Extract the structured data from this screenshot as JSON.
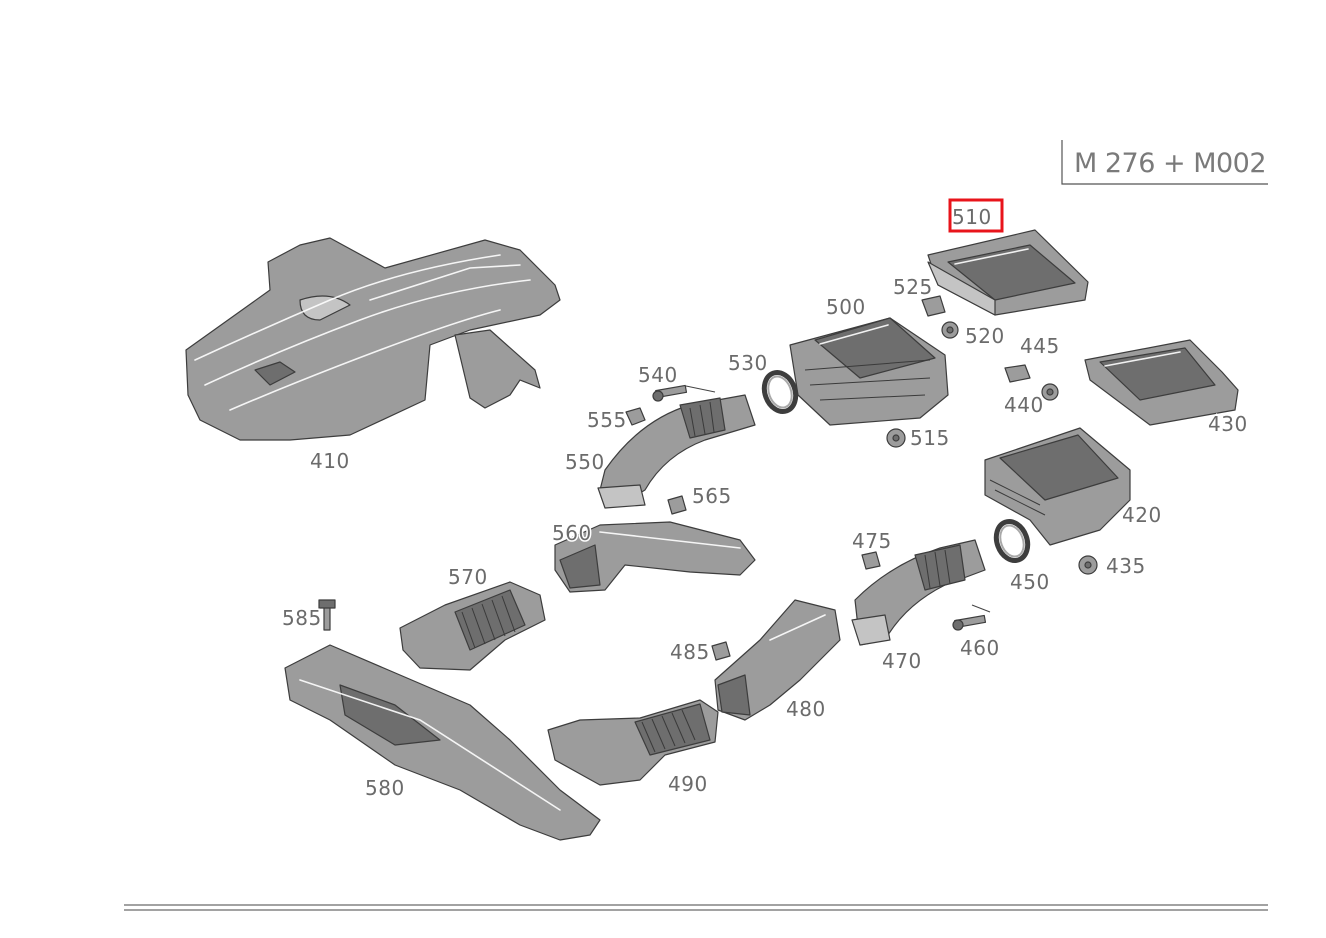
{
  "engine_code": "M 276 + M002",
  "highlighted_part": "510",
  "parts": [
    {
      "id": "410"
    },
    {
      "id": "420"
    },
    {
      "id": "430"
    },
    {
      "id": "435"
    },
    {
      "id": "440"
    },
    {
      "id": "445"
    },
    {
      "id": "450"
    },
    {
      "id": "460"
    },
    {
      "id": "470"
    },
    {
      "id": "475"
    },
    {
      "id": "480"
    },
    {
      "id": "485"
    },
    {
      "id": "490"
    },
    {
      "id": "500"
    },
    {
      "id": "510"
    },
    {
      "id": "515"
    },
    {
      "id": "520"
    },
    {
      "id": "525"
    },
    {
      "id": "530"
    },
    {
      "id": "540"
    },
    {
      "id": "550"
    },
    {
      "id": "555"
    },
    {
      "id": "560"
    },
    {
      "id": "565"
    },
    {
      "id": "570"
    },
    {
      "id": "580"
    },
    {
      "id": "585"
    }
  ],
  "colors": {
    "highlight": "#e8141b",
    "part_fill": "#9c9c9c",
    "label": "#6b6b6b"
  }
}
